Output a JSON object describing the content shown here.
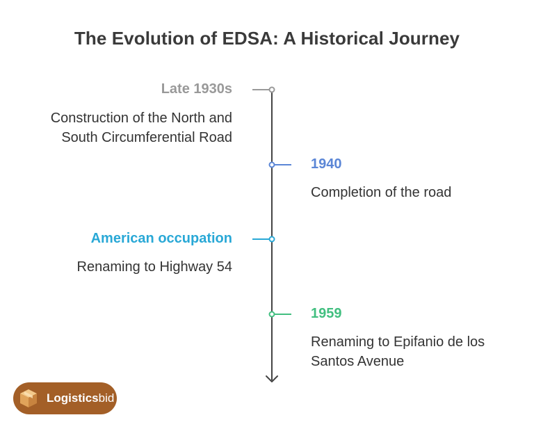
{
  "title": "The Evolution of EDSA: A Historical Journey",
  "colors": {
    "axis": "#444444",
    "event1": "#999999",
    "event2": "#5b86d6",
    "event3": "#29a8d6",
    "event4": "#42bf80",
    "logo_bg": "#a35f27"
  },
  "events": [
    {
      "label": "Late 1930s",
      "description": "Construction of the North and South Circumferential Road",
      "side": "left"
    },
    {
      "label": "1940",
      "description": "Completion of the road",
      "side": "right"
    },
    {
      "label": "American occupation",
      "description": "Renaming to Highway 54",
      "side": "left"
    },
    {
      "label": "1959",
      "description": "Renaming to Epifanio de los Santos Avenue",
      "side": "right"
    }
  ],
  "logo": {
    "icon": "box-icon",
    "text_bold": "Logistics",
    "text_light": "bid"
  }
}
